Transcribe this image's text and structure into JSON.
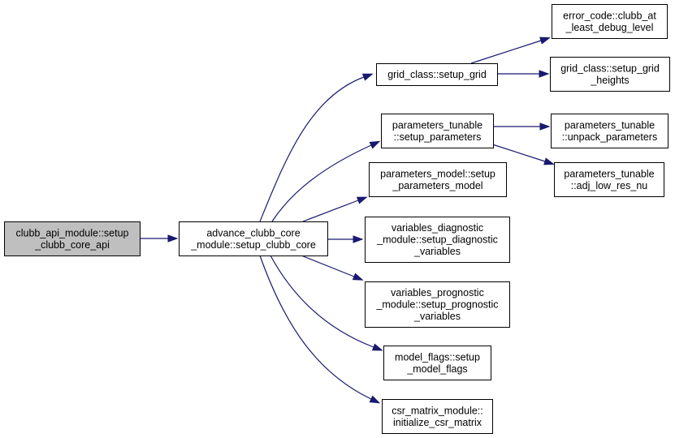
{
  "colors": {
    "root_fill": "#bfbfbf",
    "node_fill": "#ffffff",
    "border": "#000000",
    "edge": "#191970"
  },
  "nodes": {
    "clubb_api": [
      "clubb_api_module::setup",
      "_clubb_core_api"
    ],
    "advance_core": [
      "advance_clubb_core",
      "_module::setup_clubb_core"
    ],
    "setup_grid": [
      "grid_class::setup_grid"
    ],
    "debug_level": [
      "error_code::clubb_at",
      "_least_debug_level"
    ],
    "grid_heights": [
      "grid_class::setup_grid",
      "_heights"
    ],
    "setup_params": [
      "parameters_tunable",
      "::setup_parameters"
    ],
    "unpack_params": [
      "parameters_tunable",
      "::unpack_parameters"
    ],
    "adj_low_res": [
      "parameters_tunable",
      "::adj_low_res_nu"
    ],
    "params_model": [
      "parameters_model::setup",
      "_parameters_model"
    ],
    "diag_vars": [
      "variables_diagnostic",
      "_module::setup_diagnostic",
      "_variables"
    ],
    "prog_vars": [
      "variables_prognostic",
      "_module::setup_prognostic",
      "_variables"
    ],
    "model_flags": [
      "model_flags::setup",
      "_model_flags"
    ],
    "csr_matrix": [
      "csr_matrix_module::",
      "initialize_csr_matrix"
    ]
  },
  "edges": [
    [
      "clubb_api",
      "advance_core"
    ],
    [
      "advance_core",
      "setup_grid"
    ],
    [
      "advance_core",
      "setup_params"
    ],
    [
      "advance_core",
      "params_model"
    ],
    [
      "advance_core",
      "diag_vars"
    ],
    [
      "advance_core",
      "prog_vars"
    ],
    [
      "advance_core",
      "model_flags"
    ],
    [
      "advance_core",
      "csr_matrix"
    ],
    [
      "setup_grid",
      "debug_level"
    ],
    [
      "setup_grid",
      "grid_heights"
    ],
    [
      "setup_params",
      "unpack_params"
    ],
    [
      "setup_params",
      "adj_low_res"
    ]
  ]
}
